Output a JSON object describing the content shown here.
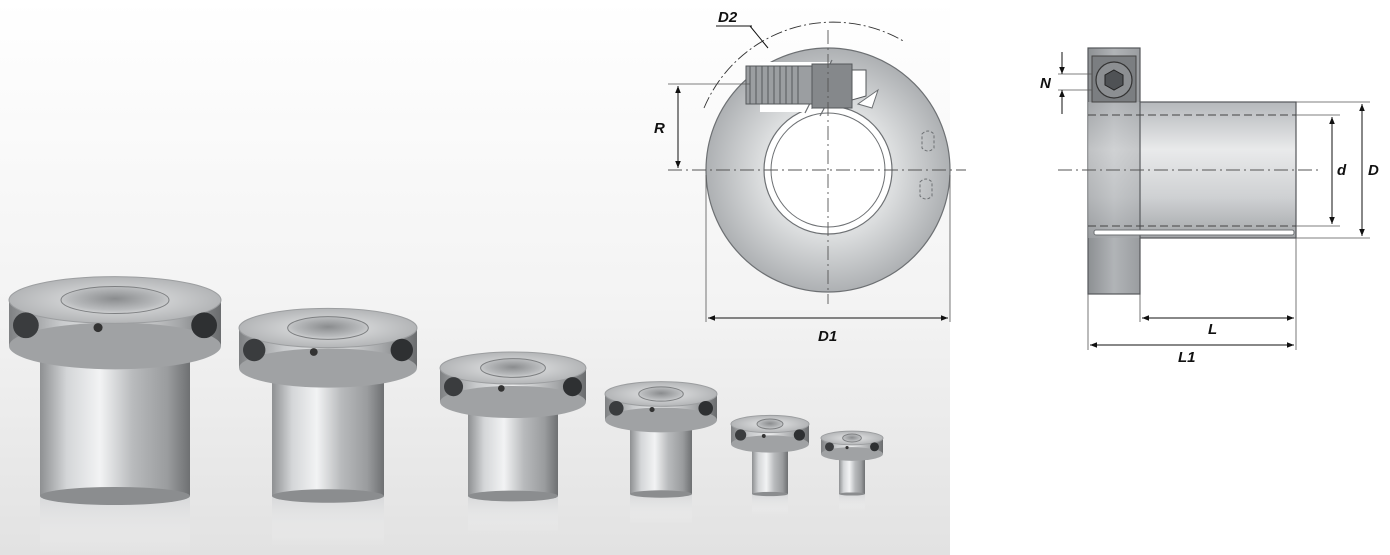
{
  "front_view": {
    "label_d2": "D2",
    "label_r": "R",
    "label_d1": "D1"
  },
  "side_view": {
    "label_n": "N",
    "label_d_small": "d",
    "label_d_large": "D",
    "label_l": "L",
    "label_l1": "L1"
  },
  "product_photo": {
    "item_count": 6
  }
}
